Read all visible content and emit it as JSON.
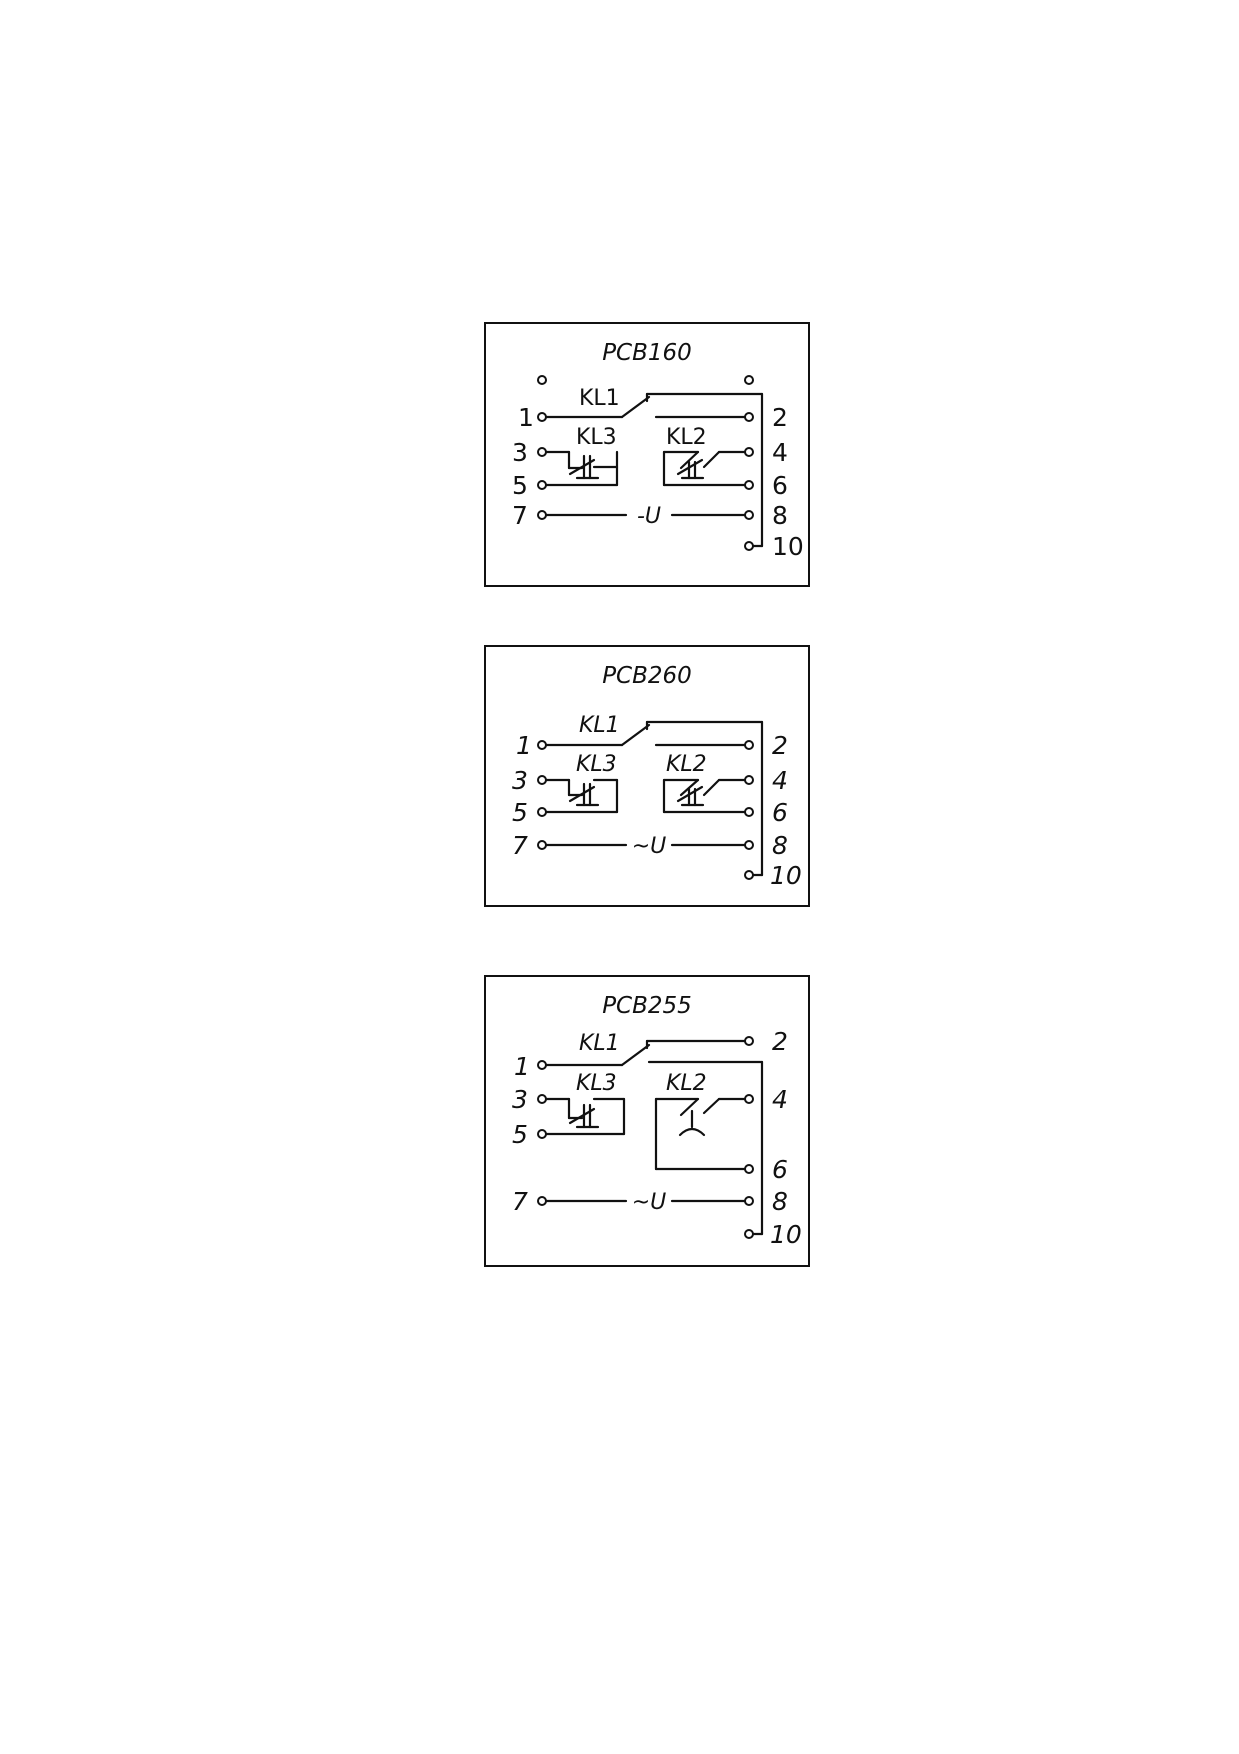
{
  "diagrams": [
    {
      "title": "PCB160",
      "labels": {
        "kl1": "KL1",
        "kl2": "KL2",
        "kl3": "KL3"
      },
      "pins_left": [
        "1",
        "3",
        "5",
        "7"
      ],
      "pins_right": [
        "2",
        "4",
        "6",
        "8",
        "10"
      ],
      "supply": "-U"
    },
    {
      "title": "PCB260",
      "labels": {
        "kl1": "KL1",
        "kl2": "KL2",
        "kl3": "KL3"
      },
      "pins_left": [
        "1",
        "3",
        "5",
        "7"
      ],
      "pins_right": [
        "2",
        "4",
        "6",
        "8",
        "10"
      ],
      "supply": "~U"
    },
    {
      "title": "PCB255",
      "labels": {
        "kl1": "KL1",
        "kl2": "KL2",
        "kl3": "KL3"
      },
      "pins_left": [
        "1",
        "3",
        "5",
        "7"
      ],
      "pins_right": [
        "2",
        "4",
        "6",
        "8",
        "10"
      ],
      "supply": "~U"
    }
  ]
}
